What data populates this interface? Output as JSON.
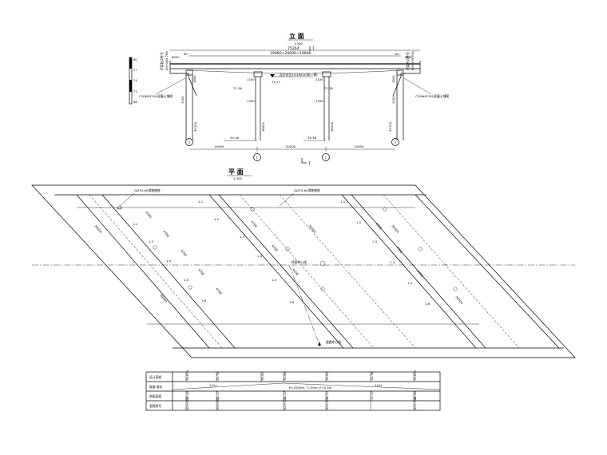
{
  "elevation": {
    "title": "立 面",
    "scale": "1:300",
    "total_length": "75264",
    "span_layout": "19980+20000+19980",
    "end_left": "6000",
    "end_right": "6000",
    "joint_left": "80",
    "joint_right": "80",
    "section_mark": "1",
    "elev_scale_ticks": [
      "80",
      "77",
      "74",
      "71",
      "68"
    ],
    "left_station_label": "桥梁起点桩号",
    "left_station_value": "K0+063.769",
    "right_station_label": "桥梁终点桩号",
    "right_station_value": "K0+139.033",
    "water_level": "设计水位74.450(20年一遇)",
    "level_a": "72.17",
    "level_b": "71.36",
    "level_c": "71.36",
    "left_abut_note": "C20W4F150混凝土铺砌",
    "right_abut_note": "C20W4F150混凝土铺砌",
    "dims_h": [
      "1800",
      "1100",
      "1100",
      "1800"
    ],
    "pier_dims": [
      "1300",
      "1300",
      "1300",
      "1300"
    ],
    "pile_lengths": [
      "35100",
      "36000",
      "36000",
      "35100"
    ],
    "bottom_elev_left": "35.36",
    "bottom_elev_right": "35.36",
    "axis_labels": [
      "0",
      "1",
      "2",
      "3"
    ],
    "bottom_spans": [
      "19499",
      "20000",
      "19499"
    ]
  },
  "plan": {
    "title": "平 面",
    "scale": "1:300",
    "bearing_left": "GJZF4-60滑移铺装",
    "bearing_right": "GJZF4-60滑移铺装",
    "bridge_centerline": "桥梁中心线",
    "road_centerline": "道路中心线",
    "girder_dim": "4700",
    "diag_dim": "39204",
    "girder_labels": [
      "1-1",
      "1-2",
      "1-3",
      "1-4",
      "1-5",
      "1-6"
    ]
  },
  "profile_table": {
    "rows": [
      "设计高程",
      "坡度 坡长",
      "地面高程",
      "里程桩号"
    ],
    "design_elev": [
      "76.671",
      "76.76",
      "76.92",
      "76.94",
      "76.92",
      "76.76",
      "76.671"
    ],
    "grade_left": "1(%)",
    "grade_right": "-1(%)",
    "curve": "R=2500m, T=50m, E=0.5m",
    "ground_elev": [
      "75.44",
      "72.17",
      "72.17",
      "72.17",
      "72.17",
      "75.96"
    ],
    "stations": [
      "K0+063",
      "K0+083",
      "K0+101",
      "K0+121",
      "K0+139"
    ]
  }
}
